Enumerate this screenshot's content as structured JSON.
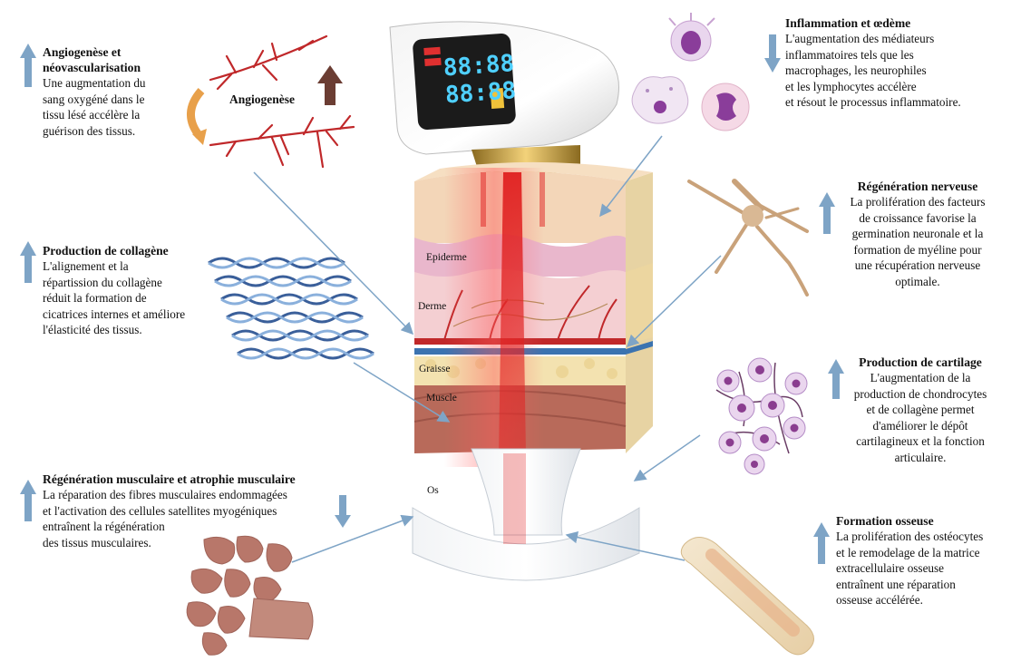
{
  "device": {
    "display_top": "88:88",
    "display_bottom": "88:88"
  },
  "layers": {
    "epidermis": "Epiderme",
    "dermis": "Derme",
    "fat": "Graisse",
    "muscle": "Muscle",
    "bone": "Os"
  },
  "angio_label": "Angiogenèse",
  "blocks": {
    "angio": {
      "title": "Angiogenèse et\nnéovascularisation",
      "text": "Une augmentation du\nsang oxygéné dans le\ntissu lésé accélère la\nguérison des tissus."
    },
    "collagen": {
      "title": "Production de collagène",
      "text": "L'alignement et la\nrépartission du collagène\nréduit la formation de\ncicatrices internes et améliore\nl'élasticité des tissus."
    },
    "muscle": {
      "title": "Régénération musculaire et atrophie musculaire",
      "text": "La réparation des fibres musculaires endommagées\net l'activation des cellules satellites myogéniques\nentraînent la régénération\ndes tissus musculaires."
    },
    "inflam": {
      "title": "Inflammation et œdème",
      "text": "L'augmentation des médiateurs\ninflammatoires tels que les\nmacrophages, les neurophiles\net les lymphocytes accélère\net résout le processus inflammatoire."
    },
    "nerve": {
      "title": "Régénération nerveuse",
      "text": "La prolifération des facteurs\nde croissance favorise la\ngermination neuronale et la\nformation de myéline pour\nune récupération nerveuse\noptimale."
    },
    "cartilage": {
      "title": "Production de cartilage",
      "text": "L'augmentation de la\nproduction de chondrocytes\net de collagène permet\nd'améliorer le dépôt\ncartilagineux et la fonction\narticulaire."
    },
    "bone": {
      "title": "Formation osseuse",
      "text": "La prolifération des ostéocytes\net le remodelage de la matrice\nextracellulaire osseuse\nentraînent une réparation\nosseuse accélérée."
    }
  },
  "colors": {
    "arrow_blue": "#7ea4c6",
    "vessel_red": "#c0282a",
    "laser_red": "#d42020",
    "skin_top": "#f3d6b8",
    "epidermis": "#e8b8cc",
    "dermis": "#f3cdd0",
    "fat": "#f3e2b0",
    "muscle": "#b86a5a",
    "helix_blue": "#3a5f9a",
    "up_arrow_brown": "#6b3d33",
    "curve_orange": "#e8a04a"
  }
}
